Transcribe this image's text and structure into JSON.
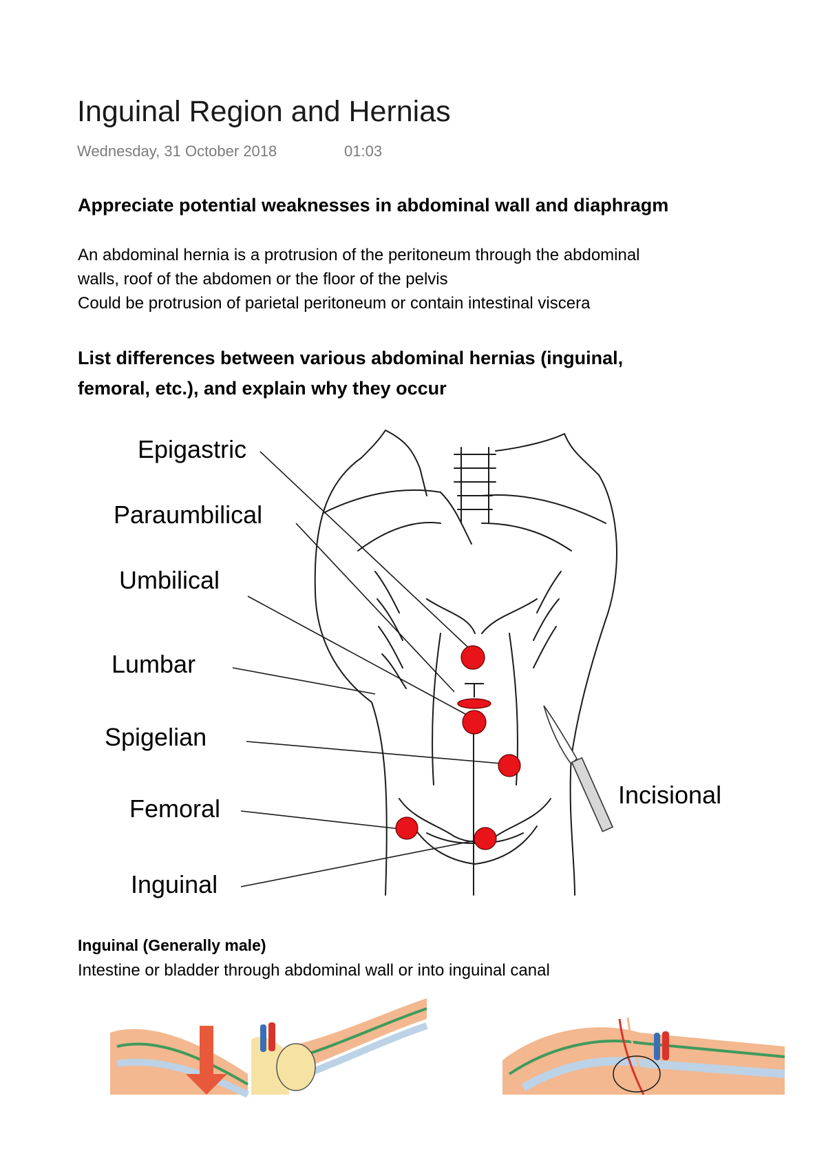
{
  "page": {
    "title": "Inguinal Region and Hernias",
    "date": "Wednesday, 31 October 2018",
    "time": "01:03"
  },
  "section1": {
    "heading": "Appreciate potential weaknesses in abdominal wall and diaphragm",
    "lines": [
      "An abdominal hernia is a protrusion of the peritoneum through the abdominal",
      "walls, roof of the abdomen or the floor of the pelvis",
      "Could be protrusion of parietal peritoneum or contain intestinal viscera"
    ]
  },
  "section2": {
    "heading_lines": [
      "List differences between various abdominal hernias (inguinal,",
      "femoral, etc.), and explain why they occur"
    ]
  },
  "figure1": {
    "labels": {
      "epigastric": "Epigastric",
      "paraumbilical": "Paraumbilical",
      "umbilical": "Umbilical",
      "lumbar": "Lumbar",
      "spigelian": "Spigelian",
      "femoral": "Femoral",
      "inguinal": "Inguinal",
      "incisional": "Incisional"
    },
    "colors": {
      "hernia_marker": "#e8141a",
      "line": "#1a1a1a"
    }
  },
  "section3": {
    "heading": "Inguinal (Generally male)",
    "text": "Intestine or bladder through abdominal wall or into inguinal canal"
  },
  "figure2": {
    "colors": {
      "arrow": "#e8593c",
      "vessel_red": "#d9342b",
      "vessel_blue": "#3a6fb6",
      "layer_orange": "#f3b88f",
      "layer_yellow": "#f6e2a3",
      "layer_green": "#3f9a5c",
      "layer_blue": "#bcd2e6"
    }
  }
}
